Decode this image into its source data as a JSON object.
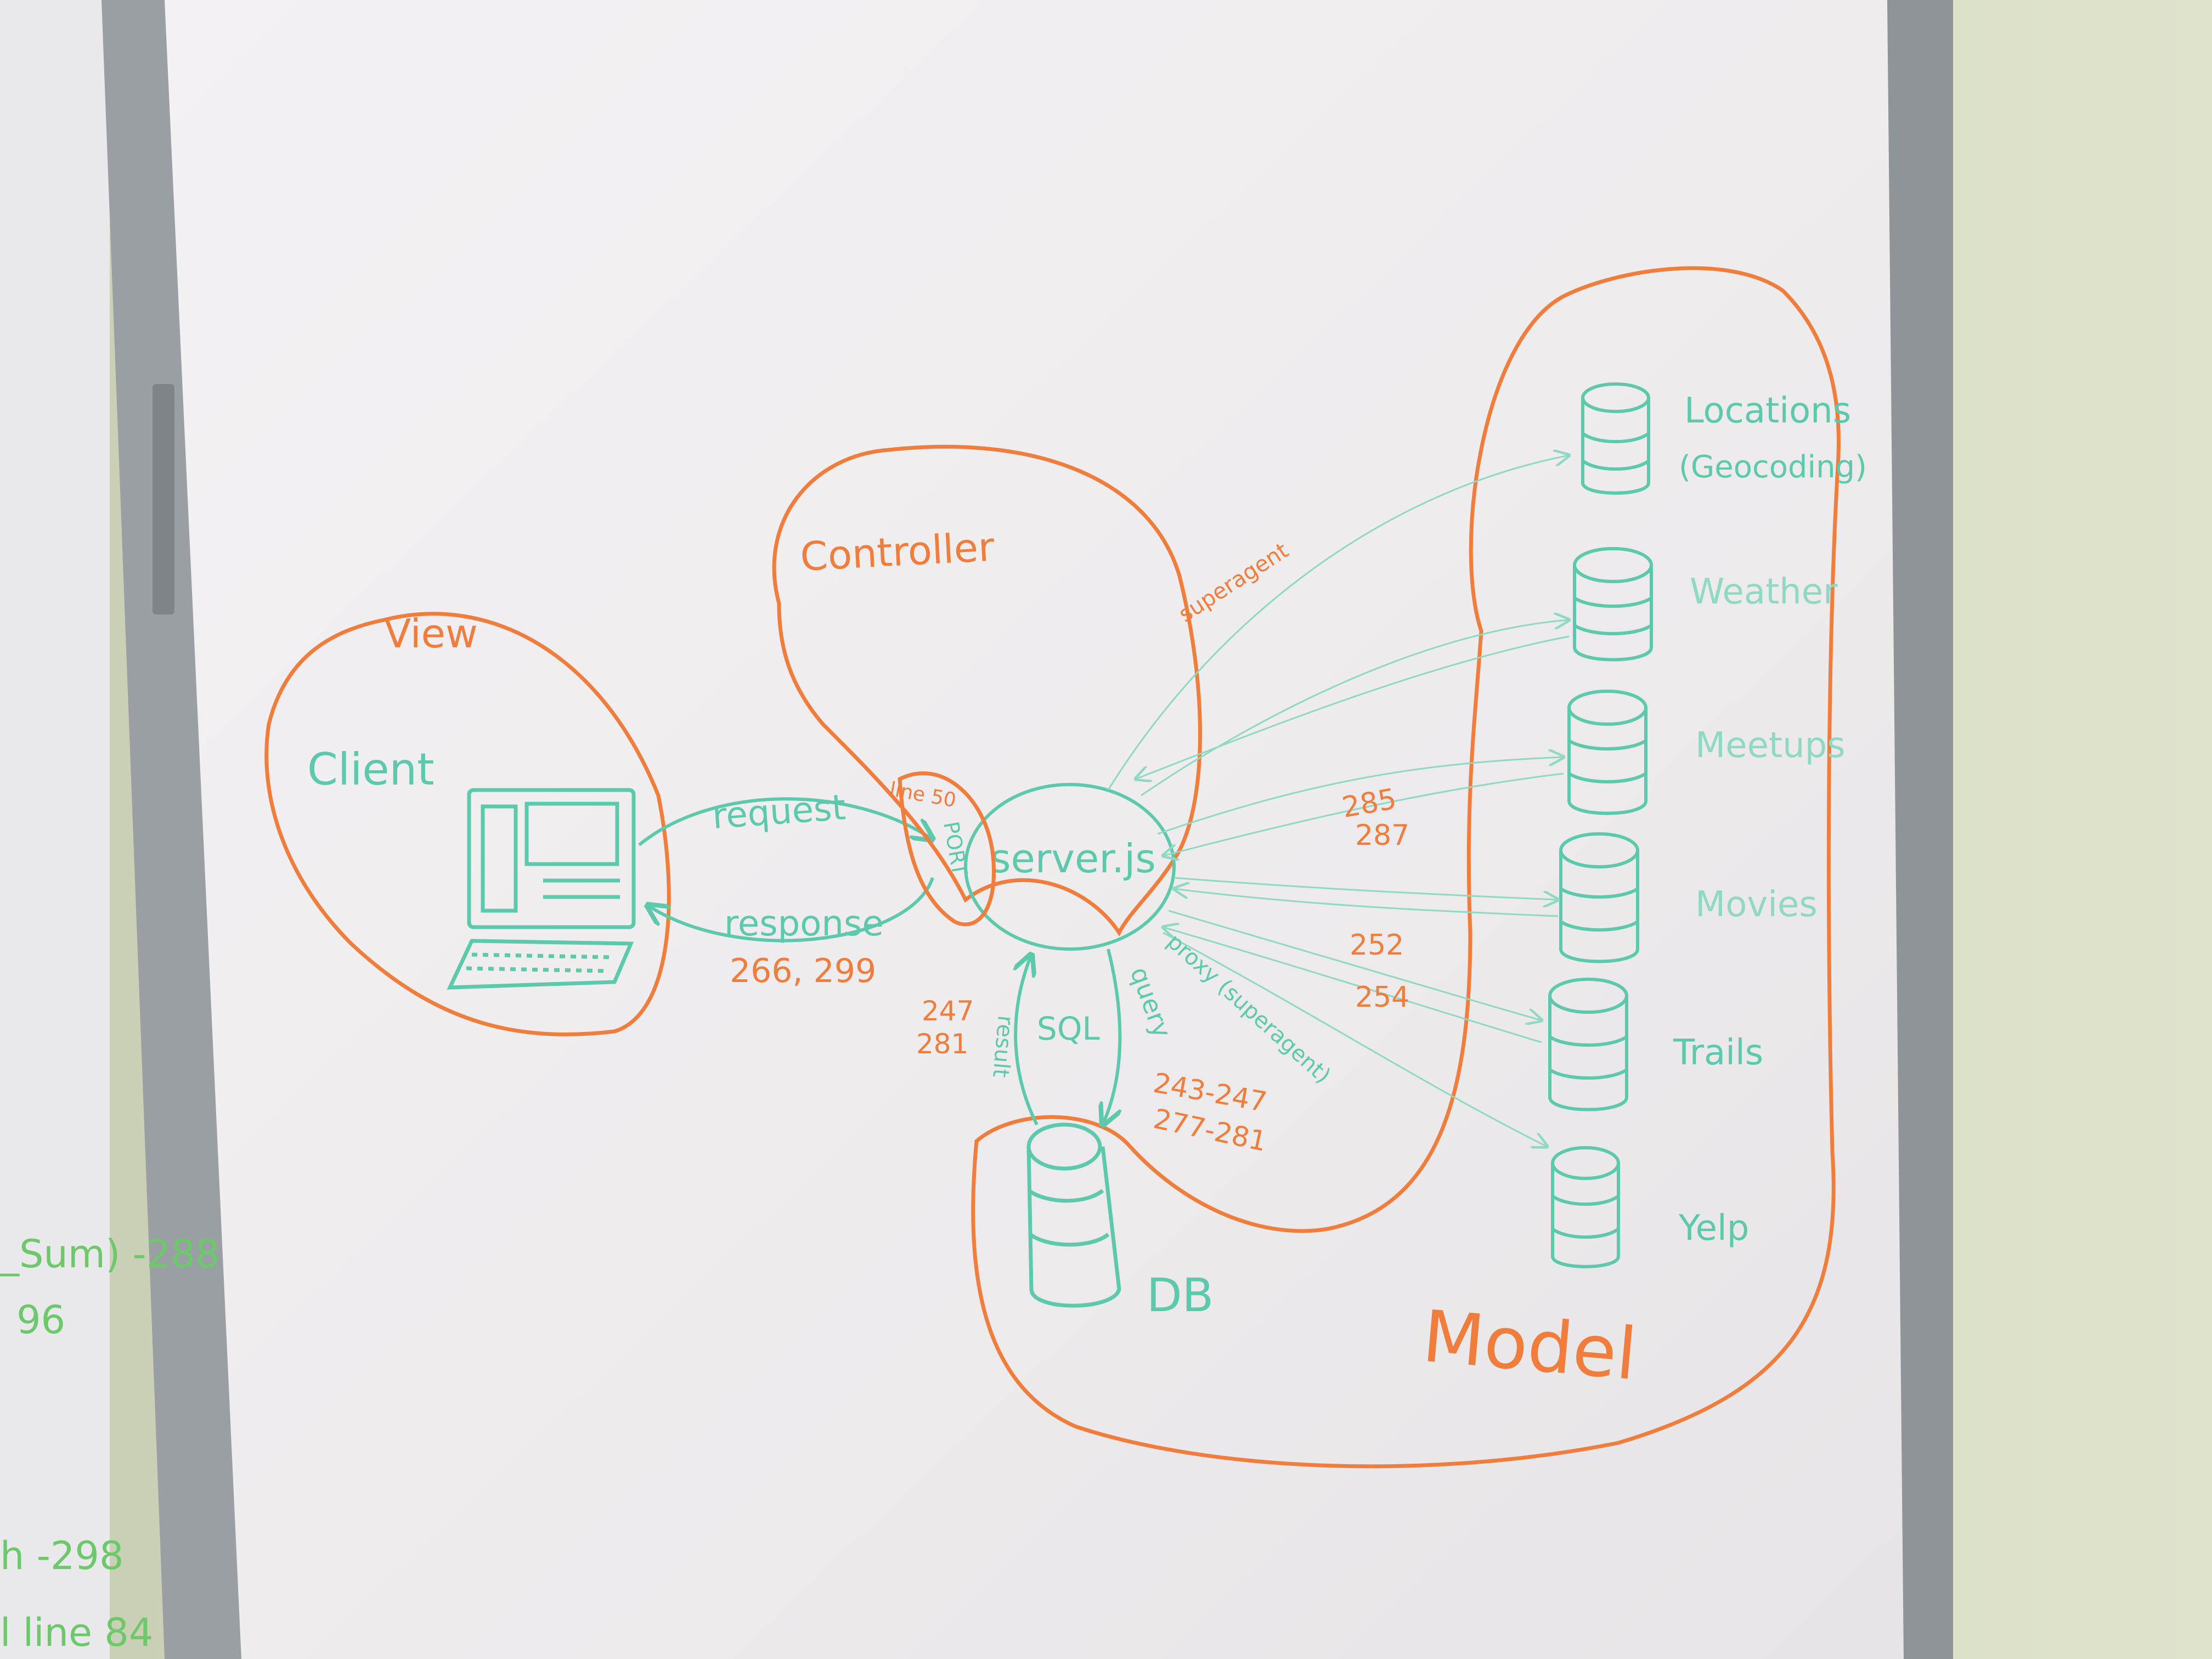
{
  "colors": {
    "orange": "#f07d3c",
    "teal": "#5cc8ac",
    "green": "#6cc86a",
    "board": "#f0eef0",
    "frame": "#9a9fa4",
    "wall": "#d6dcc0"
  },
  "diagram": {
    "view_label": "View",
    "client_label": "Client",
    "controller_label": "Controller",
    "server_label": "server.js",
    "line_label": "line 50",
    "port_label": "PORT",
    "request_label": "request",
    "response_label": "response",
    "response_lines": "266, 299",
    "superagent_label": "superagent",
    "model_label": "Model",
    "db_label": "DB",
    "sql_label": "SQL",
    "query_label": "query",
    "result_label": "result",
    "proxy_label": "proxy (superagent)",
    "query_lines_a": "243-247",
    "query_lines_b": "277-281",
    "result_lines_a": "247",
    "result_lines_b": "281",
    "api_lines_a1": "285",
    "api_lines_a2": "287",
    "api_lines_b1": "252",
    "api_lines_b2": "254",
    "apis": [
      "Locations",
      "Weather",
      "Meetups",
      "Movies",
      "Trails",
      "Yelp"
    ],
    "geocoding_label": "(Geocoding)"
  },
  "left_board": {
    "line1": "_Sum) -288",
    "line2": "96",
    "line3": "h -298",
    "line4": "l line 84"
  }
}
